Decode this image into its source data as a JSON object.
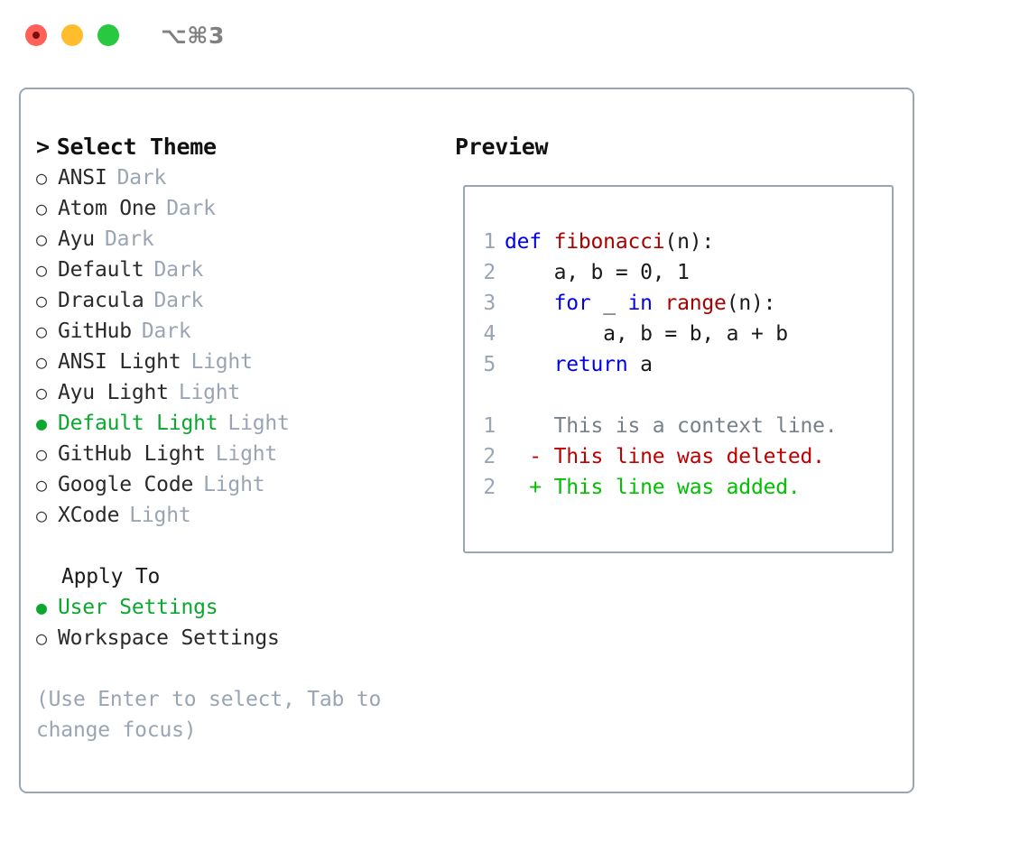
{
  "titlebar": {
    "shortcut": "⌥⌘3",
    "buttons": [
      {
        "name": "close",
        "color": "#ff6159"
      },
      {
        "name": "minimize",
        "color": "#ffbd2e"
      },
      {
        "name": "maximize",
        "color": "#28c840"
      }
    ]
  },
  "colors": {
    "selected_green": "#0ba82f",
    "muted_gray": "#9aa5b4",
    "border": "#9aa5b4",
    "keyword_blue": "#0000ee",
    "function_red": "#aa0000",
    "diff_added": "#00c000",
    "diff_deleted": "#c00000",
    "diff_context": "#777f88"
  },
  "theme_section": {
    "caret": ">",
    "header": "Select Theme",
    "bullet_unselected": "○",
    "bullet_selected": "●",
    "items": [
      {
        "name": "ANSI",
        "kind": "Dark",
        "selected": false
      },
      {
        "name": "Atom One",
        "kind": "Dark",
        "selected": false
      },
      {
        "name": "Ayu",
        "kind": "Dark",
        "selected": false
      },
      {
        "name": "Default",
        "kind": "Dark",
        "selected": false
      },
      {
        "name": "Dracula",
        "kind": "Dark",
        "selected": false
      },
      {
        "name": "GitHub",
        "kind": "Dark",
        "selected": false
      },
      {
        "name": "ANSI Light",
        "kind": "Light",
        "selected": false
      },
      {
        "name": "Ayu Light",
        "kind": "Light",
        "selected": false
      },
      {
        "name": "Default Light",
        "kind": "Light",
        "selected": true
      },
      {
        "name": "GitHub Light",
        "kind": "Light",
        "selected": false
      },
      {
        "name": "Google Code",
        "kind": "Light",
        "selected": false
      },
      {
        "name": "XCode",
        "kind": "Light",
        "selected": false
      }
    ]
  },
  "apply_section": {
    "header": "Apply To",
    "items": [
      {
        "name": "User Settings",
        "selected": true
      },
      {
        "name": "Workspace Settings",
        "selected": false
      }
    ]
  },
  "hint": "(Use Enter to select, Tab to change focus)",
  "preview": {
    "title": "Preview",
    "code_lines": [
      {
        "no": "1",
        "tokens": [
          {
            "t": "def ",
            "c": "kw"
          },
          {
            "t": "fibonacci",
            "c": "fn"
          },
          {
            "t": "(n):",
            "c": "plain"
          }
        ]
      },
      {
        "no": "2",
        "tokens": [
          {
            "t": "    a, b = 0, 1",
            "c": "plain"
          }
        ]
      },
      {
        "no": "3",
        "tokens": [
          {
            "t": "    ",
            "c": "plain"
          },
          {
            "t": "for",
            "c": "kw"
          },
          {
            "t": " _ ",
            "c": "plain"
          },
          {
            "t": "in",
            "c": "kw"
          },
          {
            "t": " ",
            "c": "plain"
          },
          {
            "t": "range",
            "c": "fn"
          },
          {
            "t": "(n):",
            "c": "plain"
          }
        ]
      },
      {
        "no": "4",
        "tokens": [
          {
            "t": "        a, b = b, a + b",
            "c": "plain"
          }
        ]
      },
      {
        "no": "5",
        "tokens": [
          {
            "t": "    ",
            "c": "plain"
          },
          {
            "t": "return",
            "c": "kw"
          },
          {
            "t": " a",
            "c": "plain"
          }
        ]
      }
    ],
    "diff_lines": [
      {
        "no": "1",
        "marker": " ",
        "text": "This is a context line.",
        "kind": "ctx"
      },
      {
        "no": "2",
        "marker": "-",
        "text": "This line was deleted.",
        "kind": "del"
      },
      {
        "no": "2",
        "marker": "+",
        "text": "This line was added.",
        "kind": "add"
      }
    ]
  }
}
